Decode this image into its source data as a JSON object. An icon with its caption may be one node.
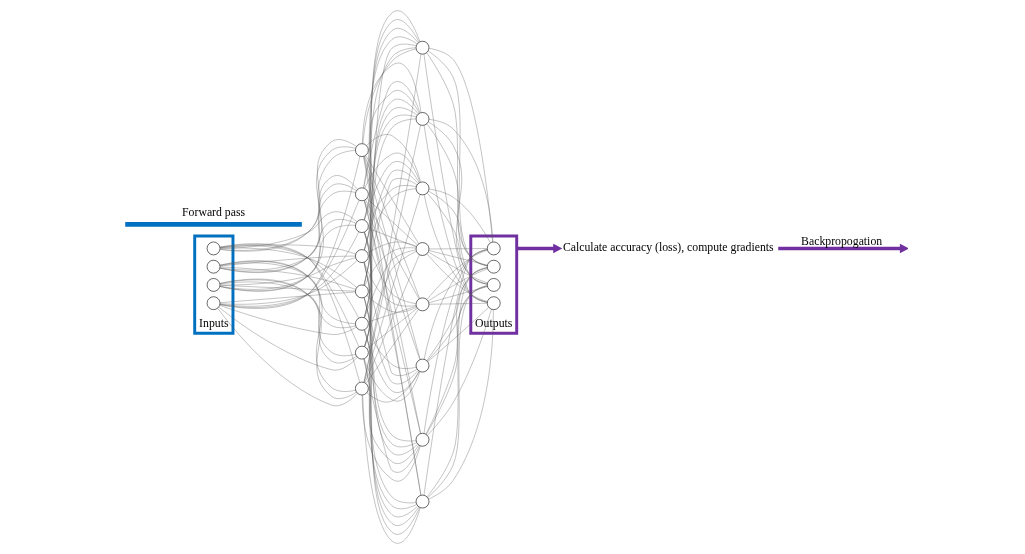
{
  "diagram": {
    "nodes": [
      {
        "text": [
          "Inputs"
        ]
      },
      {
        "text": [],
        "shape": "circle",
        "in": 0
      },
      {
        "text": [],
        "shape": "circle",
        "in": 0
      },
      {
        "text": [],
        "shape": "circle",
        "in": 0
      },
      {
        "text": [],
        "shape": "circle",
        "in": 0
      },
      {
        "text": [],
        "shape": "circle"
      },
      {
        "text": [],
        "shape": "circle"
      },
      {
        "text": [],
        "shape": "circle"
      },
      {
        "text": [],
        "shape": "circle"
      },
      {
        "text": [],
        "shape": "circle"
      },
      {
        "text": [],
        "shape": "circle"
      },
      {
        "text": [],
        "shape": "circle"
      },
      {
        "text": [],
        "shape": "circle"
      },
      {
        "text": [],
        "shape": "circle"
      },
      {
        "text": [],
        "shape": "circle"
      },
      {
        "text": [],
        "shape": "circle"
      },
      {
        "text": [],
        "shape": "circle"
      },
      {
        "text": [],
        "shape": "circle"
      },
      {
        "text": [],
        "shape": "circle"
      },
      {
        "text": [],
        "shape": "circle"
      },
      {
        "text": [],
        "shape": "circle"
      },
      {
        "text": [
          "Outputs"
        ]
      },
      {
        "text": [],
        "shape": "circle",
        "in": 21
      },
      {
        "text": [],
        "shape": "circle",
        "in": 21
      },
      {
        "text": [],
        "shape": "circle",
        "in": 21
      },
      {
        "text": [],
        "shape": "circle",
        "in": 21
      },
      {
        "text": [
          "Calculate accuracy (loss), compute gradients"
        ]
      }
    ],
    "edges": [
      {
        "from": 1,
        "to": 5,
        "arrow": "none"
      },
      {
        "from": 1,
        "to": 6,
        "arrow": "none"
      },
      {
        "from": 1,
        "to": 7,
        "arrow": "none"
      },
      {
        "from": 1,
        "to": 8,
        "arrow": "none"
      },
      {
        "from": 1,
        "to": 9,
        "arrow": "none"
      },
      {
        "from": 1,
        "to": 10,
        "arrow": "none"
      },
      {
        "from": 1,
        "to": 11,
        "arrow": "none"
      },
      {
        "from": 1,
        "to": 12,
        "arrow": "none"
      },
      {
        "from": 2,
        "to": 5,
        "arrow": "none"
      },
      {
        "from": 2,
        "to": 6,
        "arrow": "none"
      },
      {
        "from": 2,
        "to": 7,
        "arrow": "none"
      },
      {
        "from": 2,
        "to": 8,
        "arrow": "none"
      },
      {
        "from": 2,
        "to": 9,
        "arrow": "none"
      },
      {
        "from": 2,
        "to": 10,
        "arrow": "none"
      },
      {
        "from": 2,
        "to": 11,
        "arrow": "none"
      },
      {
        "from": 2,
        "to": 12,
        "arrow": "none"
      },
      {
        "from": 3,
        "to": 5,
        "arrow": "none"
      },
      {
        "from": 3,
        "to": 6,
        "arrow": "none"
      },
      {
        "from": 3,
        "to": 7,
        "arrow": "none"
      },
      {
        "from": 3,
        "to": 8,
        "arrow": "none"
      },
      {
        "from": 3,
        "to": 9,
        "arrow": "none"
      },
      {
        "from": 3,
        "to": 10,
        "arrow": "none"
      },
      {
        "from": 3,
        "to": 11,
        "arrow": "none"
      },
      {
        "from": 3,
        "to": 12,
        "arrow": "none"
      },
      {
        "from": 4,
        "to": 5,
        "arrow": "none"
      },
      {
        "from": 4,
        "to": 6,
        "arrow": "none"
      },
      {
        "from": 4,
        "to": 7,
        "arrow": "none"
      },
      {
        "from": 4,
        "to": 8,
        "arrow": "none"
      },
      {
        "from": 4,
        "to": 9,
        "arrow": "none"
      },
      {
        "from": 4,
        "to": 10,
        "arrow": "none"
      },
      {
        "from": 4,
        "to": 11,
        "arrow": "none"
      },
      {
        "from": 4,
        "to": 12,
        "arrow": "none"
      },
      {
        "from": 5,
        "to": 13,
        "arrow": "none"
      },
      {
        "from": 5,
        "to": 14,
        "arrow": "none"
      },
      {
        "from": 5,
        "to": 15,
        "arrow": "none"
      },
      {
        "from": 5,
        "to": 16,
        "arrow": "none"
      },
      {
        "from": 5,
        "to": 17,
        "arrow": "none"
      },
      {
        "from": 5,
        "to": 18,
        "arrow": "none"
      },
      {
        "from": 5,
        "to": 19,
        "arrow": "none"
      },
      {
        "from": 5,
        "to": 20,
        "arrow": "none"
      },
      {
        "from": 6,
        "to": 13,
        "arrow": "none"
      },
      {
        "from": 6,
        "to": 14,
        "arrow": "none"
      },
      {
        "from": 6,
        "to": 15,
        "arrow": "none"
      },
      {
        "from": 6,
        "to": 16,
        "arrow": "none"
      },
      {
        "from": 6,
        "to": 17,
        "arrow": "none"
      },
      {
        "from": 6,
        "to": 18,
        "arrow": "none"
      },
      {
        "from": 6,
        "to": 19,
        "arrow": "none"
      },
      {
        "from": 6,
        "to": 20,
        "arrow": "none"
      },
      {
        "from": 7,
        "to": 13,
        "arrow": "none"
      },
      {
        "from": 7,
        "to": 14,
        "arrow": "none"
      },
      {
        "from": 7,
        "to": 15,
        "arrow": "none"
      },
      {
        "from": 7,
        "to": 16,
        "arrow": "none"
      },
      {
        "from": 7,
        "to": 17,
        "arrow": "none"
      },
      {
        "from": 7,
        "to": 18,
        "arrow": "none"
      },
      {
        "from": 7,
        "to": 19,
        "arrow": "none"
      },
      {
        "from": 7,
        "to": 20,
        "arrow": "none"
      },
      {
        "from": 8,
        "to": 13,
        "arrow": "none"
      },
      {
        "from": 8,
        "to": 14,
        "arrow": "none"
      },
      {
        "from": 8,
        "to": 15,
        "arrow": "none"
      },
      {
        "from": 8,
        "to": 16,
        "arrow": "none"
      },
      {
        "from": 8,
        "to": 17,
        "arrow": "none"
      },
      {
        "from": 8,
        "to": 18,
        "arrow": "none"
      },
      {
        "from": 8,
        "to": 19,
        "arrow": "none"
      },
      {
        "from": 8,
        "to": 20,
        "arrow": "none"
      },
      {
        "from": 9,
        "to": 13,
        "arrow": "none"
      },
      {
        "from": 9,
        "to": 14,
        "arrow": "none"
      },
      {
        "from": 9,
        "to": 15,
        "arrow": "none"
      },
      {
        "from": 9,
        "to": 16,
        "arrow": "none"
      },
      {
        "from": 9,
        "to": 17,
        "arrow": "none"
      },
      {
        "from": 9,
        "to": 18,
        "arrow": "none"
      },
      {
        "from": 9,
        "to": 19,
        "arrow": "none"
      },
      {
        "from": 9,
        "to": 20,
        "arrow": "none"
      },
      {
        "from": 10,
        "to": 13,
        "arrow": "none"
      },
      {
        "from": 10,
        "to": 14,
        "arrow": "none"
      },
      {
        "from": 10,
        "to": 15,
        "arrow": "none"
      },
      {
        "from": 10,
        "to": 16,
        "arrow": "none"
      },
      {
        "from": 10,
        "to": 17,
        "arrow": "none"
      },
      {
        "from": 10,
        "to": 18,
        "arrow": "none"
      },
      {
        "from": 10,
        "to": 19,
        "arrow": "none"
      },
      {
        "from": 10,
        "to": 20,
        "arrow": "none"
      },
      {
        "from": 11,
        "to": 13,
        "arrow": "none"
      },
      {
        "from": 11,
        "to": 14,
        "arrow": "none"
      },
      {
        "from": 11,
        "to": 15,
        "arrow": "none"
      },
      {
        "from": 11,
        "to": 16,
        "arrow": "none"
      },
      {
        "from": 11,
        "to": 17,
        "arrow": "none"
      },
      {
        "from": 11,
        "to": 18,
        "arrow": "none"
      },
      {
        "from": 11,
        "to": 19,
        "arrow": "none"
      },
      {
        "from": 11,
        "to": 20,
        "arrow": "none"
      },
      {
        "from": 12,
        "to": 13,
        "arrow": "none"
      },
      {
        "from": 12,
        "to": 14,
        "arrow": "none"
      },
      {
        "from": 12,
        "to": 15,
        "arrow": "none"
      },
      {
        "from": 12,
        "to": 16,
        "arrow": "none"
      },
      {
        "from": 12,
        "to": 17,
        "arrow": "none"
      },
      {
        "from": 12,
        "to": 18,
        "arrow": "none"
      },
      {
        "from": 12,
        "to": 19,
        "arrow": "none"
      },
      {
        "from": 12,
        "to": 20,
        "arrow": "none"
      },
      {
        "from": 13,
        "to": 22,
        "arrow": "none"
      },
      {
        "from": 13,
        "to": 23,
        "arrow": "none"
      },
      {
        "from": 13,
        "to": 24,
        "arrow": "none"
      },
      {
        "from": 13,
        "to": 25,
        "arrow": "none"
      },
      {
        "from": 14,
        "to": 22,
        "arrow": "none"
      },
      {
        "from": 14,
        "to": 23,
        "arrow": "none"
      },
      {
        "from": 14,
        "to": 24,
        "arrow": "none"
      },
      {
        "from": 14,
        "to": 25,
        "arrow": "none"
      },
      {
        "from": 15,
        "to": 22,
        "arrow": "none"
      },
      {
        "from": 15,
        "to": 23,
        "arrow": "none"
      },
      {
        "from": 15,
        "to": 24,
        "arrow": "none"
      },
      {
        "from": 15,
        "to": 25,
        "arrow": "none"
      },
      {
        "from": 16,
        "to": 22,
        "arrow": "none"
      },
      {
        "from": 16,
        "to": 23,
        "arrow": "none"
      },
      {
        "from": 16,
        "to": 24,
        "arrow": "none"
      },
      {
        "from": 16,
        "to": 25,
        "arrow": "none"
      },
      {
        "from": 17,
        "to": 22,
        "arrow": "none"
      },
      {
        "from": 17,
        "to": 23,
        "arrow": "none"
      },
      {
        "from": 17,
        "to": 24,
        "arrow": "none"
      },
      {
        "from": 17,
        "to": 25,
        "arrow": "none"
      },
      {
        "from": 18,
        "to": 22,
        "arrow": "none"
      },
      {
        "from": 18,
        "to": 23,
        "arrow": "none"
      },
      {
        "from": 18,
        "to": 24,
        "arrow": "none"
      },
      {
        "from": 18,
        "to": 25,
        "arrow": "none"
      },
      {
        "from": 19,
        "to": 22,
        "arrow": "none"
      },
      {
        "from": 19,
        "to": 23,
        "arrow": "none"
      },
      {
        "from": 19,
        "to": 24,
        "arrow": "none"
      },
      {
        "from": 19,
        "to": 25,
        "arrow": "none"
      },
      {
        "from": 20,
        "to": 22,
        "arrow": "none"
      },
      {
        "from": 20,
        "to": 23,
        "arrow": "none"
      },
      {
        "from": 20,
        "to": 24,
        "arrow": "none"
      },
      {
        "from": 20,
        "to": 25,
        "arrow": "none"
      },
      {
        "from": 21,
        "to": 26,
        "arrow": "to",
        "style": "thick",
        "color": "#7030a0"
      },
      {
        "from": 26,
        "to": null,
        "arrow": "to",
        "style": "thick",
        "color": "#7030a0",
        "label": "Backpropogation"
      }
    ],
    "labels": [
      "Forward pass"
    ]
  }
}
